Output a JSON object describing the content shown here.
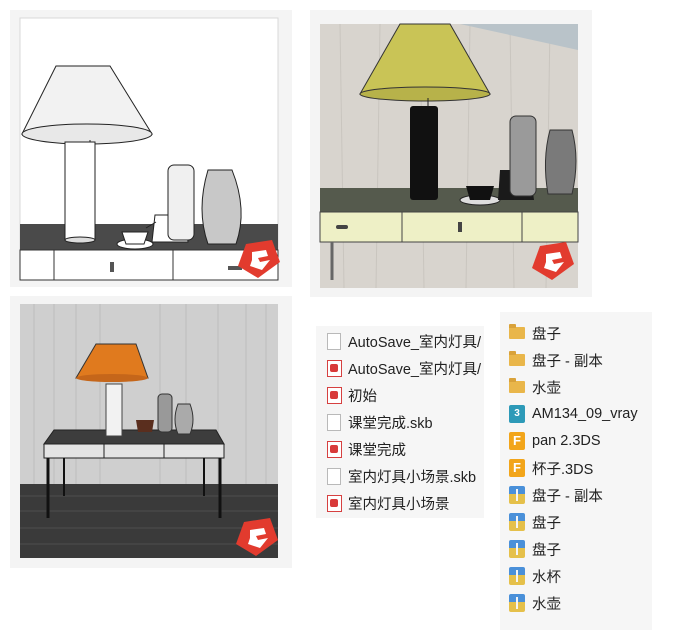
{
  "files_mid": [
    {
      "icon": "document-icon",
      "label": "AutoSave_室内灯具/"
    },
    {
      "icon": "sketchup-file-icon",
      "label": "AutoSave_室内灯具/"
    },
    {
      "icon": "sketchup-file-icon",
      "label": "初始"
    },
    {
      "icon": "document-icon",
      "label": "课堂完成.skb"
    },
    {
      "icon": "sketchup-file-icon",
      "label": "课堂完成"
    },
    {
      "icon": "document-icon",
      "label": "室内灯具小场景.skb"
    },
    {
      "icon": "sketchup-file-icon",
      "label": "室内灯具小场景"
    }
  ],
  "files_right": [
    {
      "icon": "folder-icon",
      "label": "盘子"
    },
    {
      "icon": "folder-icon",
      "label": "盘子 - 副本"
    },
    {
      "icon": "folder-icon",
      "label": "水壶"
    },
    {
      "icon": "3ds-max-icon",
      "label": "AM134_09_vray"
    },
    {
      "icon": "3ds-file-icon",
      "label": "pan 2.3DS"
    },
    {
      "icon": "3ds-file-icon",
      "label": "杯子.3DS"
    },
    {
      "icon": "archive-icon",
      "label": "盘子 - 副本"
    },
    {
      "icon": "archive-icon",
      "label": "盘子"
    },
    {
      "icon": "archive-icon",
      "label": "盘子"
    },
    {
      "icon": "archive-icon",
      "label": "水杯"
    },
    {
      "icon": "archive-icon",
      "label": "水壶"
    }
  ],
  "icons": {
    "3ds_max_glyph": "3"
  },
  "colors": {
    "sketchup_red": "#e23b2e",
    "lamp_shade_yellow": "#c9c456",
    "lamp_shade_orange": "#e07a1e",
    "desk_cream": "#f0f0c8"
  }
}
